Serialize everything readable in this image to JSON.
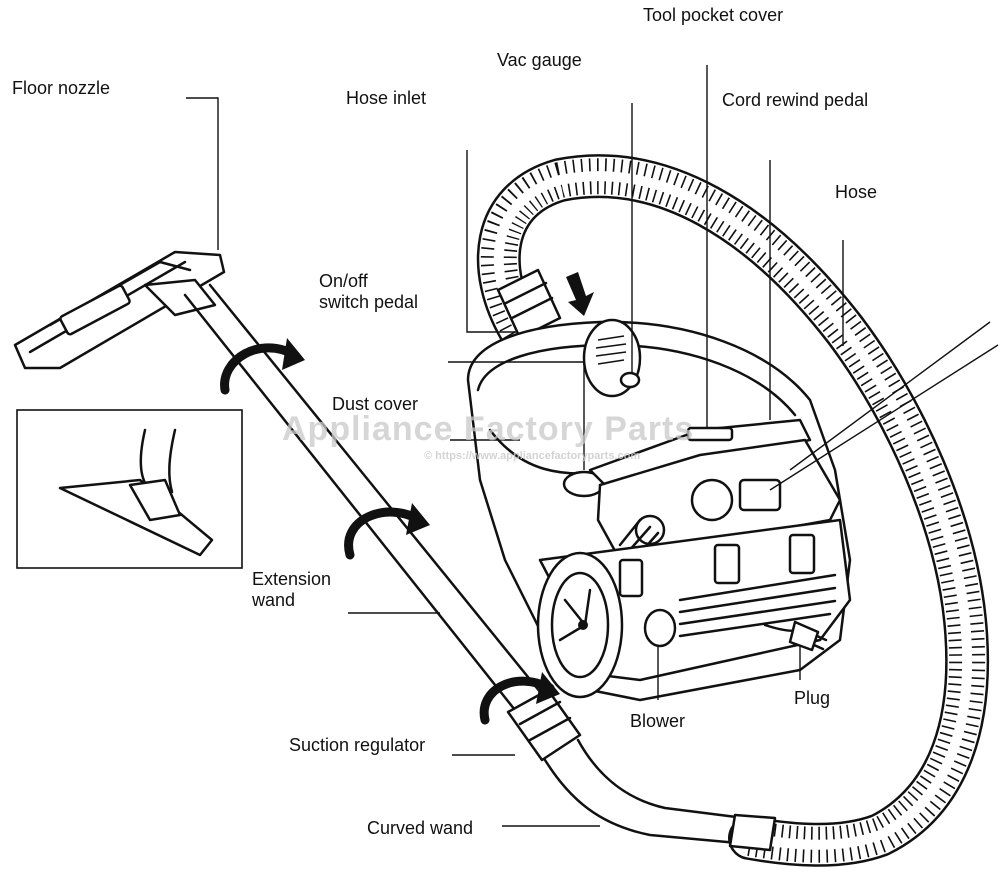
{
  "labels": {
    "floor_nozzle": "Floor nozzle",
    "hose_inlet": "Hose inlet",
    "vac_gauge": "Vac gauge",
    "tool_pocket_cover": "Tool pocket cover",
    "cord_rewind_pedal": "Cord rewind pedal",
    "hose": "Hose",
    "on_off_switch_pedal": "On/off\nswitch pedal",
    "dust_cover": "Dust cover",
    "extension_wand": "Extension\nwand",
    "suction_regulator": "Suction regulator",
    "curved_wand": "Curved wand",
    "blower": "Blower",
    "plug": "Plug"
  },
  "watermark": {
    "title": "Appliance Factory Parts",
    "url": "© https://www.appliancefactoryparts.com"
  },
  "colors": {
    "ink": "#111111",
    "background": "#ffffff",
    "watermark": "#c9c9c9"
  }
}
